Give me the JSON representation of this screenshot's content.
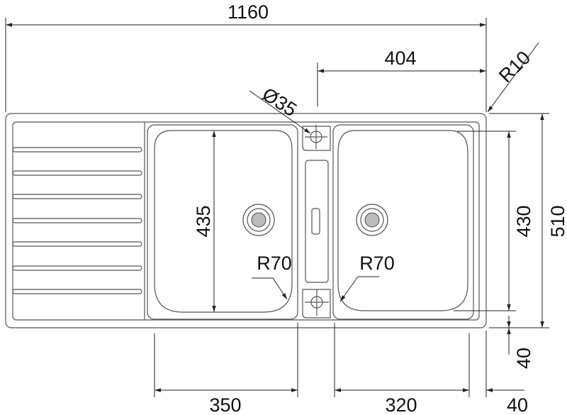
{
  "dimensions": {
    "overall_width": "1160",
    "tap_offset": "404",
    "corner_radius": "R10",
    "tap_hole": "Ø35",
    "left_bowl_depth": "435",
    "right_bowl_depth": "430",
    "overall_depth": "510",
    "bottom_margin": "40",
    "left_bowl_width": "350",
    "right_bowl_width": "320",
    "right_margin": "40",
    "left_bowl_radius": "R70",
    "right_bowl_radius": "R70"
  }
}
